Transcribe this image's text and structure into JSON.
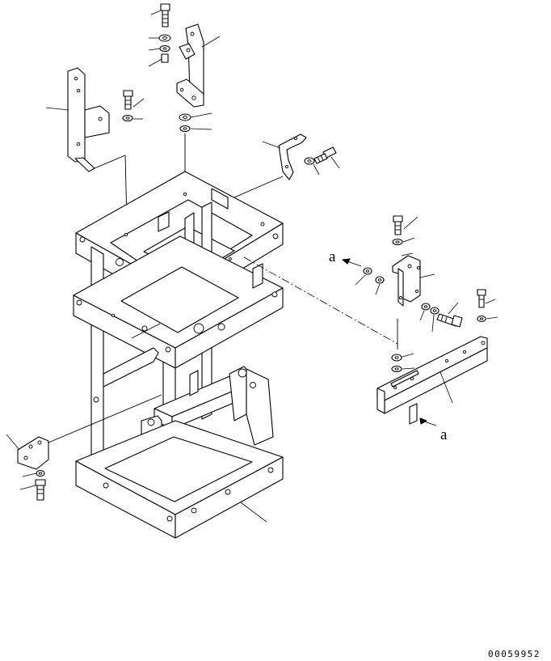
{
  "view_labels": {
    "arrow_upper": "a",
    "arrow_lower": "a"
  },
  "drawing_number": "00059952",
  "colors": {
    "line": "#000000",
    "background": "#ffffff"
  }
}
